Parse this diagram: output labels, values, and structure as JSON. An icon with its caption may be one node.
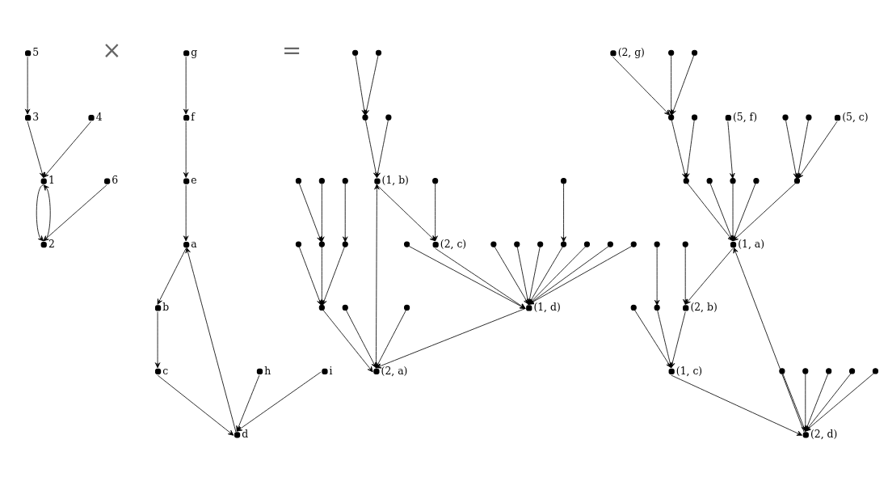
{
  "diagram": {
    "nodes": [
      {
        "text": [],
        "shape": "circle",
        "beside": [
          "5"
        ]
      },
      {
        "text": [],
        "shape": "circle",
        "beside": [
          "3"
        ]
      },
      {
        "text": [],
        "shape": "circle",
        "beside": [
          "4"
        ]
      },
      {
        "text": [],
        "shape": "circle",
        "beside": [
          "1"
        ]
      },
      {
        "text": [],
        "shape": "circle",
        "beside": [
          "2"
        ]
      },
      {
        "text": [],
        "shape": "circle",
        "beside": [
          "6"
        ]
      },
      {
        "text": [],
        "shape": "circle",
        "beside": [
          "g"
        ]
      },
      {
        "text": [],
        "shape": "circle",
        "beside": [
          "f"
        ]
      },
      {
        "text": [],
        "shape": "circle",
        "beside": [
          "e"
        ]
      },
      {
        "text": [],
        "shape": "circle",
        "beside": [
          "a"
        ]
      },
      {
        "text": [],
        "shape": "circle",
        "beside": [
          "b"
        ]
      },
      {
        "text": [],
        "shape": "circle",
        "beside": [
          "d"
        ]
      },
      {
        "text": [],
        "shape": "circle",
        "beside": [
          "h"
        ]
      },
      {
        "text": [],
        "shape": "circle",
        "beside": [
          "c"
        ]
      },
      {
        "text": [],
        "shape": "circle",
        "beside": [
          "i"
        ]
      },
      {
        "text": [],
        "shape": "circle"
      },
      {
        "text": [],
        "shape": "circle"
      },
      {
        "text": [],
        "shape": "circle"
      },
      {
        "text": [],
        "shape": "circle"
      },
      {
        "text": [],
        "shape": "circle",
        "beside": [
          "(1, b)"
        ]
      },
      {
        "text": [],
        "shape": "circle"
      },
      {
        "text": [],
        "shape": "circle",
        "beside": [
          "(2, c)"
        ]
      },
      {
        "text": [],
        "shape": "circle",
        "beside": [
          "(2, a)"
        ]
      },
      {
        "text": [],
        "shape": "circle"
      },
      {
        "text": [],
        "shape": "circle"
      },
      {
        "text": [],
        "shape": "circle"
      },
      {
        "text": [],
        "shape": "circle"
      },
      {
        "text": [],
        "shape": "circle"
      },
      {
        "text": [],
        "shape": "circle"
      },
      {
        "text": [],
        "shape": "circle"
      },
      {
        "text": [],
        "shape": "circle"
      },
      {
        "text": [],
        "shape": "circle",
        "beside": [
          "(1, d)"
        ]
      },
      {
        "text": [],
        "shape": "circle"
      },
      {
        "text": [],
        "shape": "circle"
      },
      {
        "text": [],
        "shape": "circle"
      },
      {
        "text": [],
        "shape": "circle"
      },
      {
        "text": [],
        "shape": "circle"
      },
      {
        "text": [],
        "shape": "circle"
      },
      {
        "text": [],
        "shape": "circle"
      },
      {
        "text": [],
        "shape": "circle"
      },
      {
        "text": [],
        "shape": "circle"
      },
      {
        "text": [],
        "shape": "circle"
      },
      {
        "text": [],
        "shape": "circle",
        "beside": [
          "(2, g)"
        ]
      },
      {
        "text": [],
        "shape": "circle"
      },
      {
        "text": [],
        "shape": "circle"
      },
      {
        "text": [],
        "shape": "circle"
      },
      {
        "text": [],
        "shape": "circle"
      },
      {
        "text": [],
        "shape": "circle",
        "beside": [
          "(2, b)"
        ]
      },
      {
        "text": [],
        "shape": "circle"
      },
      {
        "text": [],
        "shape": "circle"
      },
      {
        "text": [],
        "shape": "circle"
      },
      {
        "text": [],
        "shape": "circle",
        "beside": [
          "(1, c)"
        ]
      },
      {
        "text": [],
        "shape": "circle",
        "beside": [
          "(1, a)"
        ]
      },
      {
        "text": [],
        "shape": "circle"
      },
      {
        "text": [],
        "shape": "circle"
      },
      {
        "text": [],
        "shape": "circle",
        "beside": [
          "(5, f)"
        ]
      },
      {
        "text": [],
        "shape": "circle"
      },
      {
        "text": [],
        "shape": "circle"
      },
      {
        "text": [],
        "shape": "circle"
      },
      {
        "text": [],
        "shape": "circle",
        "beside": [
          "(2, d)"
        ]
      },
      {
        "text": [],
        "shape": "circle"
      },
      {
        "text": [],
        "shape": "circle"
      },
      {
        "text": [],
        "shape": "circle"
      },
      {
        "text": [],
        "shape": "circle",
        "beside": [
          "(5, c)"
        ]
      },
      {
        "text": [],
        "shape": "circle"
      },
      {
        "text": [],
        "shape": "circle"
      },
      {
        "text": [],
        "shape": "circle"
      },
      {
        "text": [],
        "shape": "circle"
      },
      {
        "text": [],
        "shape": "circle"
      }
    ],
    "edges": [
      {
        "from": 0,
        "to": 1,
        "arrow": "to"
      },
      {
        "from": 1,
        "to": 3,
        "arrow": "to"
      },
      {
        "from": 2,
        "to": 3,
        "arrow": "to"
      },
      {
        "from": 3,
        "to": 4,
        "arrow": "to"
      },
      {
        "from": 4,
        "to": 3,
        "arrow": "to"
      },
      {
        "from": 5,
        "to": 4,
        "arrow": "to"
      },
      {
        "from": 6,
        "to": 7,
        "arrow": "to"
      },
      {
        "from": 7,
        "to": 8,
        "arrow": "to"
      },
      {
        "from": 8,
        "to": 9,
        "arrow": "to"
      },
      {
        "from": 9,
        "to": 10,
        "arrow": "to"
      },
      {
        "from": 11,
        "to": 9,
        "arrow": "to"
      },
      {
        "from": 10,
        "to": 13,
        "arrow": "to"
      },
      {
        "from": 13,
        "to": 11,
        "arrow": "to"
      },
      {
        "from": 12,
        "to": 11,
        "arrow": "to"
      },
      {
        "from": 14,
        "to": 11,
        "arrow": "to"
      },
      {
        "from": 15,
        "to": 17,
        "arrow": "to"
      },
      {
        "from": 16,
        "to": 17,
        "arrow": "to"
      },
      {
        "from": 17,
        "to": 19,
        "arrow": "to"
      },
      {
        "from": 18,
        "to": 19,
        "arrow": "to"
      },
      {
        "from": 19,
        "to": 21,
        "arrow": "to"
      },
      {
        "from": 21,
        "to": 31,
        "arrow": "to"
      },
      {
        "from": 31,
        "to": 22,
        "arrow": "to"
      },
      {
        "from": 22,
        "to": 19,
        "arrow": "to"
      },
      {
        "from": 20,
        "to": 21,
        "arrow": "to"
      },
      {
        "from": 23,
        "to": 22,
        "arrow": "to"
      },
      {
        "from": 26,
        "to": 22,
        "arrow": "to"
      },
      {
        "from": 28,
        "to": 22,
        "arrow": "to"
      },
      {
        "from": 24,
        "to": 26,
        "arrow": "to"
      },
      {
        "from": 27,
        "to": 26,
        "arrow": "to"
      },
      {
        "from": 29,
        "to": 26,
        "arrow": "to"
      },
      {
        "from": 25,
        "to": 24,
        "arrow": "to"
      },
      {
        "from": 30,
        "to": 29,
        "arrow": "to"
      },
      {
        "from": 32,
        "to": 29,
        "arrow": "to"
      },
      {
        "from": 33,
        "to": 31,
        "arrow": "to"
      },
      {
        "from": 34,
        "to": 31,
        "arrow": "to"
      },
      {
        "from": 35,
        "to": 31,
        "arrow": "to"
      },
      {
        "from": 36,
        "to": 31,
        "arrow": "to"
      },
      {
        "from": 37,
        "to": 31,
        "arrow": "to"
      },
      {
        "from": 38,
        "to": 31,
        "arrow": "to"
      },
      {
        "from": 39,
        "to": 31,
        "arrow": "to"
      },
      {
        "from": 40,
        "to": 31,
        "arrow": "to"
      },
      {
        "from": 41,
        "to": 36,
        "arrow": "to"
      },
      {
        "from": 42,
        "to": 45,
        "arrow": "to"
      },
      {
        "from": 43,
        "to": 45,
        "arrow": "to"
      },
      {
        "from": 46,
        "to": 45,
        "arrow": "to"
      },
      {
        "from": 45,
        "to": 48,
        "arrow": "to"
      },
      {
        "from": 49,
        "to": 48,
        "arrow": "to"
      },
      {
        "from": 44,
        "to": 47,
        "arrow": "to"
      },
      {
        "from": 47,
        "to": 51,
        "arrow": "to"
      },
      {
        "from": 50,
        "to": 51,
        "arrow": "to"
      },
      {
        "from": 57,
        "to": 58,
        "arrow": "to"
      },
      {
        "from": 58,
        "to": 51,
        "arrow": "to"
      },
      {
        "from": 51,
        "to": 59,
        "arrow": "to"
      },
      {
        "from": 59,
        "to": 52,
        "arrow": "to"
      },
      {
        "from": 52,
        "to": 47,
        "arrow": "to"
      },
      {
        "from": 48,
        "to": 52,
        "arrow": "to"
      },
      {
        "from": 53,
        "to": 52,
        "arrow": "to"
      },
      {
        "from": 54,
        "to": 52,
        "arrow": "to"
      },
      {
        "from": 56,
        "to": 52,
        "arrow": "to"
      },
      {
        "from": 61,
        "to": 52,
        "arrow": "to"
      },
      {
        "from": 55,
        "to": 54,
        "arrow": "to"
      },
      {
        "from": 60,
        "to": 61,
        "arrow": "to"
      },
      {
        "from": 62,
        "to": 61,
        "arrow": "to"
      },
      {
        "from": 63,
        "to": 61,
        "arrow": "to"
      },
      {
        "from": 64,
        "to": 59,
        "arrow": "to"
      },
      {
        "from": 65,
        "to": 59,
        "arrow": "to"
      },
      {
        "from": 66,
        "to": 59,
        "arrow": "to"
      },
      {
        "from": 67,
        "to": 59,
        "arrow": "to"
      },
      {
        "from": 68,
        "to": 59,
        "arrow": "to"
      }
    ],
    "labels": [
      "×",
      "="
    ]
  }
}
